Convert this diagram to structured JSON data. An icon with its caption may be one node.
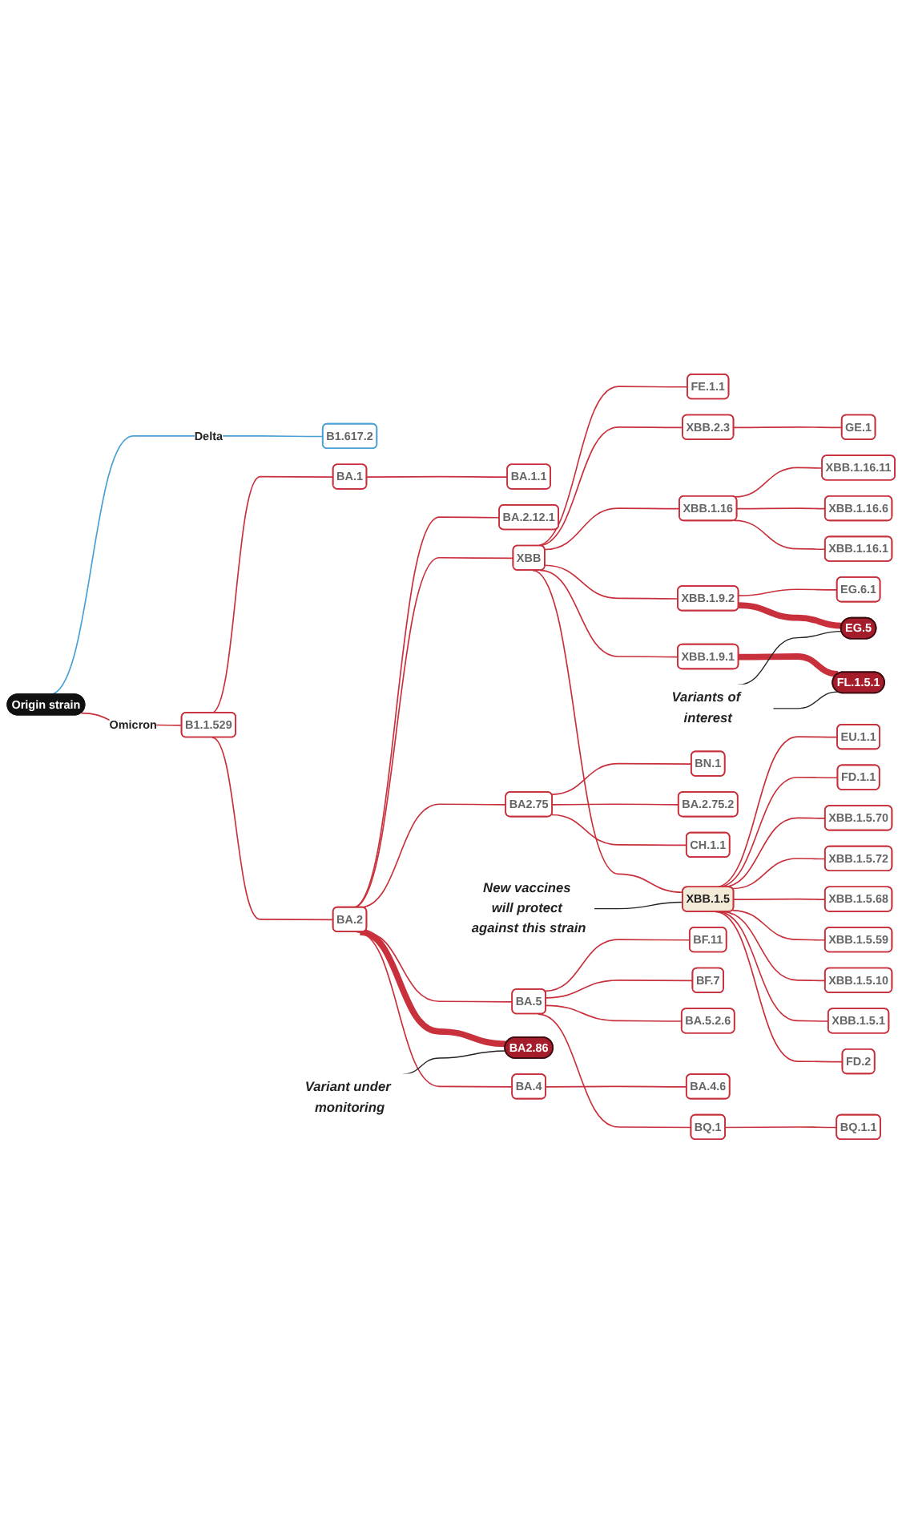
{
  "diagram": {
    "nodes": [
      {
        "text": [
          "Origin strain"
        ]
      },
      {
        "text": [
          "B1.617.2"
        ]
      },
      {
        "text": [
          "B1.1.529"
        ]
      },
      {
        "text": [
          "BA.1"
        ]
      },
      {
        "text": [
          "BA.2"
        ]
      },
      {
        "text": [
          "BA.1.1"
        ]
      },
      {
        "text": [
          "BA.2.12.1"
        ]
      },
      {
        "text": [
          "XBB"
        ]
      },
      {
        "text": [
          "BA2.75"
        ]
      },
      {
        "text": [
          "BA.5"
        ]
      },
      {
        "text": [
          "BA.4"
        ]
      },
      {
        "text": [
          "FE.1.1"
        ]
      },
      {
        "text": [
          "XBB.2.3"
        ]
      },
      {
        "text": [
          "XBB.1.16"
        ]
      },
      {
        "text": [
          "XBB.1.9.2"
        ]
      },
      {
        "text": [
          "XBB.1.9.1"
        ]
      },
      {
        "text": [
          "XBB.1.5"
        ]
      },
      {
        "text": [
          "BN.1"
        ]
      },
      {
        "text": [
          "BA.2.75.2"
        ]
      },
      {
        "text": [
          "CH.1.1"
        ]
      },
      {
        "text": [
          "BQ.1"
        ]
      },
      {
        "text": [
          "BF.11"
        ]
      },
      {
        "text": [
          "BF.7"
        ]
      },
      {
        "text": [
          "BA.5.2.6"
        ]
      },
      {
        "text": [
          "BA.4.6"
        ]
      },
      {
        "text": [
          "BA2.86"
        ]
      },
      {
        "text": [
          "GE.1"
        ]
      },
      {
        "text": [
          "XBB.1.16.11"
        ]
      },
      {
        "text": [
          "XBB.1.16.6"
        ]
      },
      {
        "text": [
          "XBB.1.16.1"
        ]
      },
      {
        "text": [
          "EG.6.1"
        ]
      },
      {
        "text": [
          "EG.5"
        ]
      },
      {
        "text": [
          "FL.1.5.1"
        ]
      },
      {
        "text": [
          "EU.1.1"
        ]
      },
      {
        "text": [
          "FD.1.1"
        ]
      },
      {
        "text": [
          "XBB.1.5.70"
        ]
      },
      {
        "text": [
          "XBB.1.5.72"
        ]
      },
      {
        "text": [
          "XBB.1.5.68"
        ]
      },
      {
        "text": [
          "XBB.1.5.59"
        ]
      },
      {
        "text": [
          "XBB.1.5.10"
        ]
      },
      {
        "text": [
          "XBB.1.5.1"
        ]
      },
      {
        "text": [
          "FD.2"
        ]
      },
      {
        "text": [
          "BQ.1.1"
        ]
      },
      {
        "text": [
          "Variant under monitoring"
        ]
      },
      {
        "text": [
          "Variants of interest"
        ]
      },
      {
        "text": [
          "New vaccines will protect against this strain"
        ]
      }
    ],
    "edges": [
      {
        "from": 0,
        "to": 1,
        "arrow": "none",
        "label": "Delta",
        "color": "#4a9fd5"
      },
      {
        "from": 0,
        "to": 2,
        "arrow": "none",
        "label": "Omicron"
      },
      {
        "from": 2,
        "to": 3,
        "arrow": "none"
      },
      {
        "from": 2,
        "to": 4,
        "arrow": "none"
      },
      {
        "from": 3,
        "to": 5,
        "arrow": "none"
      },
      {
        "from": 4,
        "to": 6,
        "arrow": "none"
      },
      {
        "from": 4,
        "to": 7,
        "arrow": "none"
      },
      {
        "from": 4,
        "to": 8,
        "arrow": "none"
      },
      {
        "from": 4,
        "to": 9,
        "arrow": "none"
      },
      {
        "from": 4,
        "to": 10,
        "arrow": "none"
      },
      {
        "from": 4,
        "to": 25,
        "arrow": "none",
        "style": "thick"
      },
      {
        "from": 7,
        "to": 11,
        "arrow": "none"
      },
      {
        "from": 7,
        "to": 12,
        "arrow": "none"
      },
      {
        "from": 7,
        "to": 13,
        "arrow": "none"
      },
      {
        "from": 7,
        "to": 14,
        "arrow": "none"
      },
      {
        "from": 7,
        "to": 15,
        "arrow": "none"
      },
      {
        "from": 7,
        "to": 16,
        "arrow": "none"
      },
      {
        "from": 8,
        "to": 17,
        "arrow": "none"
      },
      {
        "from": 8,
        "to": 18,
        "arrow": "none"
      },
      {
        "from": 8,
        "to": 19,
        "arrow": "none"
      },
      {
        "from": 9,
        "to": 20,
        "arrow": "none"
      },
      {
        "from": 9,
        "to": 21,
        "arrow": "none"
      },
      {
        "from": 9,
        "to": 22,
        "arrow": "none"
      },
      {
        "from": 9,
        "to": 23,
        "arrow": "none"
      },
      {
        "from": 10,
        "to": 24,
        "arrow": "none"
      },
      {
        "from": 12,
        "to": 26,
        "arrow": "none"
      },
      {
        "from": 13,
        "to": 27,
        "arrow": "none"
      },
      {
        "from": 13,
        "to": 28,
        "arrow": "none"
      },
      {
        "from": 13,
        "to": 29,
        "arrow": "none"
      },
      {
        "from": 14,
        "to": 30,
        "arrow": "none"
      },
      {
        "from": 14,
        "to": 31,
        "arrow": "none",
        "style": "thick"
      },
      {
        "from": 15,
        "to": 32,
        "arrow": "none",
        "style": "thick"
      },
      {
        "from": 16,
        "to": 33,
        "arrow": "none"
      },
      {
        "from": 16,
        "to": 34,
        "arrow": "none"
      },
      {
        "from": 16,
        "to": 35,
        "arrow": "none"
      },
      {
        "from": 16,
        "to": 36,
        "arrow": "none"
      },
      {
        "from": 16,
        "to": 37,
        "arrow": "none"
      },
      {
        "from": 16,
        "to": 38,
        "arrow": "none"
      },
      {
        "from": 16,
        "to": 39,
        "arrow": "none"
      },
      {
        "from": 16,
        "to": 40,
        "arrow": "none"
      },
      {
        "from": 16,
        "to": 41,
        "arrow": "none"
      },
      {
        "from": 20,
        "to": 42,
        "arrow": "none"
      },
      {
        "from": 43,
        "to": 25,
        "arrow": "none",
        "color": "#222222"
      },
      {
        "from": 44,
        "to": 31,
        "arrow": "none",
        "color": "#222222"
      },
      {
        "from": 44,
        "to": 32,
        "arrow": "none",
        "color": "#222222"
      },
      {
        "from": 45,
        "to": 16,
        "arrow": "none",
        "color": "#222222"
      }
    ]
  }
}
